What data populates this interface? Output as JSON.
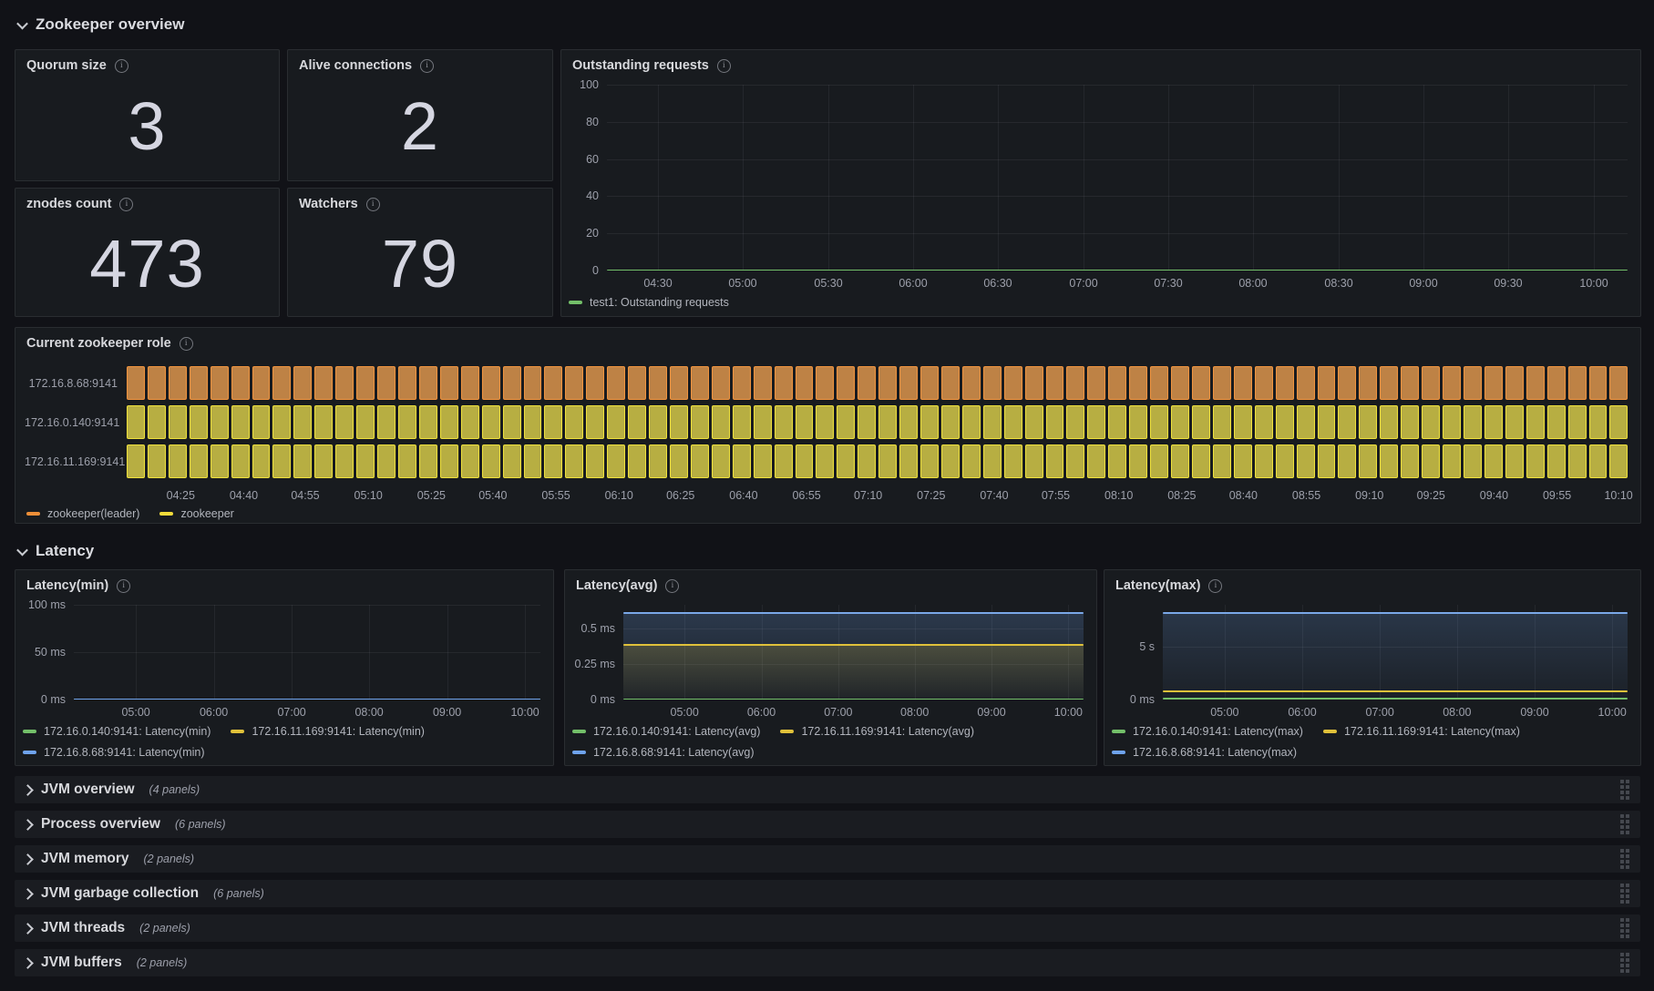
{
  "sections": {
    "overview": {
      "label": "Zookeeper overview"
    },
    "latency": {
      "label": "Latency"
    }
  },
  "icons": {
    "info": "i"
  },
  "stats": [
    {
      "title": "Quorum size",
      "value": "3"
    },
    {
      "title": "Alive connections",
      "value": "2"
    },
    {
      "title": "znodes count",
      "value": "473"
    },
    {
      "title": "Watchers",
      "value": "79"
    }
  ],
  "panels": {
    "outstanding": {
      "title": "Outstanding requests",
      "chart": {
        "ylw": 40,
        "y_ticks": [
          {
            "t": "100",
            "p": 0
          },
          {
            "t": "80",
            "p": 20
          },
          {
            "t": "60",
            "p": 40
          },
          {
            "t": "40",
            "p": 60
          },
          {
            "t": "20",
            "p": 80
          },
          {
            "t": "0",
            "p": 100
          }
        ],
        "x_ticks": [
          {
            "t": "04:30",
            "p": 5.0
          },
          {
            "t": "05:00",
            "p": 13.3
          },
          {
            "t": "05:30",
            "p": 21.7
          },
          {
            "t": "06:00",
            "p": 30.0
          },
          {
            "t": "06:30",
            "p": 38.3
          },
          {
            "t": "07:00",
            "p": 46.7
          },
          {
            "t": "07:30",
            "p": 55.0
          },
          {
            "t": "08:00",
            "p": 63.3
          },
          {
            "t": "08:30",
            "p": 71.7
          },
          {
            "t": "09:00",
            "p": 80.0
          },
          {
            "t": "09:30",
            "p": 88.3
          },
          {
            "t": "10:00",
            "p": 96.7
          }
        ],
        "areas": [],
        "lines": [
          {
            "color": "#73BF69",
            "p": 100
          }
        ]
      },
      "legend": [
        {
          "color": "#73BF69",
          "label": "test1: Outstanding requests"
        }
      ]
    },
    "role": {
      "title": "Current zookeeper role",
      "rows": [
        {
          "label": "172.16.8.68:9141",
          "fill": "#BE8245",
          "border": "#F0943F"
        },
        {
          "label": "172.16.0.140:9141",
          "fill": "#B7AE42",
          "border": "#EFE13C"
        },
        {
          "label": "172.16.11.169:9141",
          "fill": "#B7AE42",
          "border": "#EFE13C"
        }
      ],
      "block_count": 72,
      "x_ticks": [
        {
          "t": "04:25",
          "p": 3.6
        },
        {
          "t": "04:40",
          "p": 7.8
        },
        {
          "t": "04:55",
          "p": 11.9
        },
        {
          "t": "05:10",
          "p": 16.1
        },
        {
          "t": "05:25",
          "p": 20.3
        },
        {
          "t": "05:40",
          "p": 24.4
        },
        {
          "t": "05:55",
          "p": 28.6
        },
        {
          "t": "06:10",
          "p": 32.8
        },
        {
          "t": "06:25",
          "p": 36.9
        },
        {
          "t": "06:40",
          "p": 41.1
        },
        {
          "t": "06:55",
          "p": 45.3
        },
        {
          "t": "07:10",
          "p": 49.4
        },
        {
          "t": "07:25",
          "p": 53.6
        },
        {
          "t": "07:40",
          "p": 57.8
        },
        {
          "t": "07:55",
          "p": 61.9
        },
        {
          "t": "08:10",
          "p": 66.1
        },
        {
          "t": "08:25",
          "p": 70.3
        },
        {
          "t": "08:40",
          "p": 74.4
        },
        {
          "t": "08:55",
          "p": 78.6
        },
        {
          "t": "09:10",
          "p": 82.8
        },
        {
          "t": "09:25",
          "p": 86.9
        },
        {
          "t": "09:40",
          "p": 91.1
        },
        {
          "t": "09:55",
          "p": 95.3
        },
        {
          "t": "10:10",
          "p": 99.4
        }
      ],
      "legend": [
        {
          "color": "#EC8E38",
          "label": "zookeeper(leader)"
        },
        {
          "color": "#F2DB3A",
          "label": "zookeeper"
        }
      ]
    },
    "lat_min": {
      "title": "Latency(min)",
      "chart": {
        "ylw": 54,
        "y_ticks": [
          {
            "t": "100 ms",
            "p": 0
          },
          {
            "t": "50 ms",
            "p": 50
          },
          {
            "t": "0 ms",
            "p": 100
          }
        ],
        "x_ticks": [
          {
            "t": "05:00",
            "p": 13.3
          },
          {
            "t": "06:00",
            "p": 30.0
          },
          {
            "t": "07:00",
            "p": 46.7
          },
          {
            "t": "08:00",
            "p": 63.3
          },
          {
            "t": "09:00",
            "p": 80.0
          },
          {
            "t": "10:00",
            "p": 96.7
          }
        ],
        "areas": [],
        "lines": [
          {
            "color": "#73BF69",
            "p": 100
          },
          {
            "color": "#E0C13A",
            "p": 100
          },
          {
            "color": "#6FA3EC",
            "p": 100
          }
        ]
      },
      "legend": [
        {
          "color": "#73BF69",
          "label": "172.16.0.140:9141: Latency(min)"
        },
        {
          "color": "#E0C13A",
          "label": "172.16.11.169:9141: Latency(min)"
        },
        {
          "color": "#6FA3EC",
          "label": "172.16.8.68:9141: Latency(min)"
        }
      ]
    },
    "lat_avg": {
      "title": "Latency(avg)",
      "chart": {
        "ylw": 54,
        "y_ticks": [
          {
            "t": "0.5 ms",
            "p": 25
          },
          {
            "t": "0.25 ms",
            "p": 62.5
          },
          {
            "t": "0 ms",
            "p": 100
          }
        ],
        "x_ticks": [
          {
            "t": "05:00",
            "p": 13.3
          },
          {
            "t": "06:00",
            "p": 30.0
          },
          {
            "t": "07:00",
            "p": 46.7
          },
          {
            "t": "08:00",
            "p": 63.3
          },
          {
            "t": "09:00",
            "p": 80.0
          },
          {
            "t": "10:00",
            "p": 96.7
          }
        ],
        "areas": [
          {
            "p": 9,
            "from": "rgba(111,163,236,0.22)",
            "to": "rgba(111,163,236,0.04)"
          },
          {
            "p": 42,
            "from": "rgba(224,193,58,0.20)",
            "to": "rgba(224,193,58,0.02)"
          }
        ],
        "lines": [
          {
            "color": "#73BF69",
            "p": 100
          },
          {
            "color": "#E0C13A",
            "p": 42
          },
          {
            "color": "#7AA8E8",
            "p": 9
          }
        ]
      },
      "legend": [
        {
          "color": "#73BF69",
          "label": "172.16.0.140:9141: Latency(avg)"
        },
        {
          "color": "#E0C13A",
          "label": "172.16.11.169:9141: Latency(avg)"
        },
        {
          "color": "#6FA3EC",
          "label": "172.16.8.68:9141: Latency(avg)"
        }
      ]
    },
    "lat_max": {
      "title": "Latency(max)",
      "chart": {
        "ylw": 54,
        "y_ticks": [
          {
            "t": "5 s",
            "p": 44
          },
          {
            "t": "0 ms",
            "p": 100
          }
        ],
        "x_ticks": [
          {
            "t": "05:00",
            "p": 13.3
          },
          {
            "t": "06:00",
            "p": 30.0
          },
          {
            "t": "07:00",
            "p": 46.7
          },
          {
            "t": "08:00",
            "p": 63.3
          },
          {
            "t": "09:00",
            "p": 80.0
          },
          {
            "t": "10:00",
            "p": 96.7
          }
        ],
        "areas": [
          {
            "p": 9,
            "from": "rgba(111,163,236,0.20)",
            "to": "rgba(111,163,236,0.04)"
          }
        ],
        "lines": [
          {
            "color": "#73BF69",
            "p": 99
          },
          {
            "color": "#E0C13A",
            "p": 91
          },
          {
            "color": "#7AA8E8",
            "p": 9
          }
        ]
      },
      "legend": [
        {
          "color": "#73BF69",
          "label": "172.16.0.140:9141: Latency(max)"
        },
        {
          "color": "#E0C13A",
          "label": "172.16.11.169:9141: Latency(max)"
        },
        {
          "color": "#6FA3EC",
          "label": "172.16.8.68:9141: Latency(max)"
        }
      ]
    }
  },
  "collapsed_rows": [
    {
      "label": "JVM overview",
      "count": "(4 panels)"
    },
    {
      "label": "Process overview",
      "count": "(6 panels)"
    },
    {
      "label": "JVM memory",
      "count": "(2 panels)"
    },
    {
      "label": "JVM garbage collection",
      "count": "(6 panels)"
    },
    {
      "label": "JVM threads",
      "count": "(2 panels)"
    },
    {
      "label": "JVM buffers",
      "count": "(2 panels)"
    }
  ],
  "chart_data": [
    {
      "type": "line",
      "title": "Outstanding requests",
      "x_ticks": [
        "04:30",
        "05:00",
        "05:30",
        "06:00",
        "06:30",
        "07:00",
        "07:30",
        "08:00",
        "08:30",
        "09:00",
        "09:30",
        "10:00"
      ],
      "ylim": [
        0,
        100
      ],
      "y_ticks": [
        0,
        20,
        40,
        60,
        80,
        100
      ],
      "series": [
        {
          "name": "test1: Outstanding requests",
          "constant_value": 0,
          "color": "#73BF69"
        }
      ],
      "legend_position": "bottom",
      "grid": true
    },
    {
      "type": "state-timeline",
      "title": "Current zookeeper role",
      "x_ticks": [
        "04:25",
        "04:40",
        "04:55",
        "05:10",
        "05:25",
        "05:40",
        "05:55",
        "06:10",
        "06:25",
        "06:40",
        "06:55",
        "07:10",
        "07:25",
        "07:40",
        "07:55",
        "08:10",
        "08:25",
        "08:40",
        "08:55",
        "09:10",
        "09:25",
        "09:40",
        "09:55",
        "10:10"
      ],
      "rows": [
        {
          "name": "172.16.8.68:9141",
          "state": "zookeeper(leader)",
          "color": "#EC8E38"
        },
        {
          "name": "172.16.0.140:9141",
          "state": "zookeeper",
          "color": "#F2DB3A"
        },
        {
          "name": "172.16.11.169:9141",
          "state": "zookeeper",
          "color": "#F2DB3A"
        }
      ],
      "legend_position": "bottom"
    },
    {
      "type": "line",
      "title": "Latency(min)",
      "x_ticks": [
        "05:00",
        "06:00",
        "07:00",
        "08:00",
        "09:00",
        "10:00"
      ],
      "ylim_ms": [
        0,
        100
      ],
      "y_ticks": [
        "0 ms",
        "50 ms",
        "100 ms"
      ],
      "series": [
        {
          "name": "172.16.0.140:9141: Latency(min)",
          "constant_value_ms": 0,
          "color": "#73BF69"
        },
        {
          "name": "172.16.11.169:9141: Latency(min)",
          "constant_value_ms": 0,
          "color": "#E0C13A"
        },
        {
          "name": "172.16.8.68:9141: Latency(min)",
          "constant_value_ms": 0,
          "color": "#6FA3EC"
        }
      ],
      "legend_position": "bottom",
      "grid": true
    },
    {
      "type": "area",
      "title": "Latency(avg)",
      "x_ticks": [
        "05:00",
        "06:00",
        "07:00",
        "08:00",
        "09:00",
        "10:00"
      ],
      "y_ticks": [
        "0 ms",
        "0.25 ms",
        "0.5 ms"
      ],
      "series": [
        {
          "name": "172.16.0.140:9141: Latency(avg)",
          "constant_value_ms": 0,
          "color": "#73BF69"
        },
        {
          "name": "172.16.11.169:9141: Latency(avg)",
          "constant_value_ms": 0.39,
          "color": "#E0C13A"
        },
        {
          "name": "172.16.8.68:9141: Latency(avg)",
          "constant_value_ms": 0.61,
          "color": "#6FA3EC"
        }
      ],
      "legend_position": "bottom",
      "grid": true
    },
    {
      "type": "area",
      "title": "Latency(max)",
      "x_ticks": [
        "05:00",
        "06:00",
        "07:00",
        "08:00",
        "09:00",
        "10:00"
      ],
      "y_ticks": [
        "0 ms",
        "5 s"
      ],
      "series": [
        {
          "name": "172.16.0.140:9141: Latency(max)",
          "constant_value_s": 0.05,
          "color": "#73BF69"
        },
        {
          "name": "172.16.11.169:9141: Latency(max)",
          "constant_value_s": 0.9,
          "color": "#E0C13A"
        },
        {
          "name": "172.16.8.68:9141: Latency(max)",
          "constant_value_s": 8.2,
          "color": "#6FA3EC"
        }
      ],
      "legend_position": "bottom",
      "grid": true
    }
  ]
}
